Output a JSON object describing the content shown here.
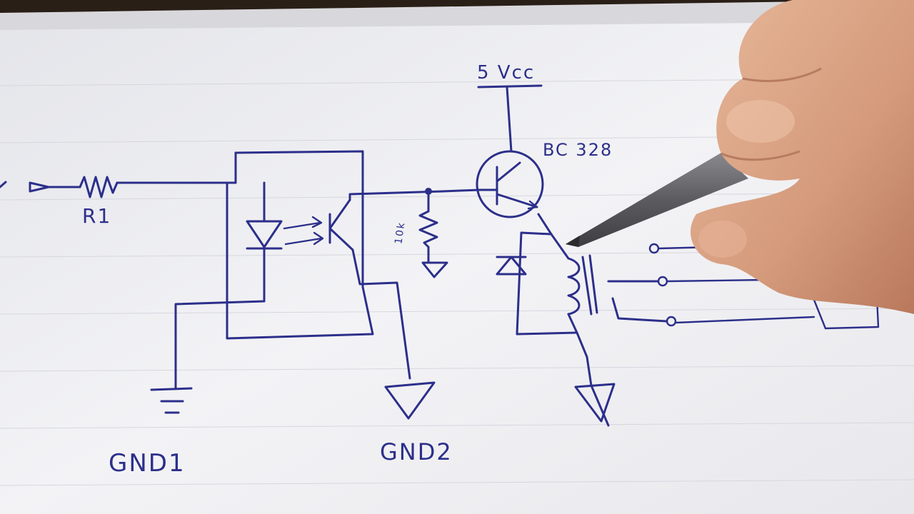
{
  "sketch": {
    "labels": {
      "supply": "5 Vcc",
      "transistor": "BC 328",
      "input_resistor": "R1",
      "pulldown_resistor": "10k",
      "ground_1": "GND1",
      "ground_2": "GND2"
    }
  },
  "colors": {
    "ink": "#2c2f8a",
    "paper": "#f1f1f4",
    "background_wood": "#2a1f17",
    "skin": "#d9a184",
    "pencil": "#6c6c70"
  }
}
